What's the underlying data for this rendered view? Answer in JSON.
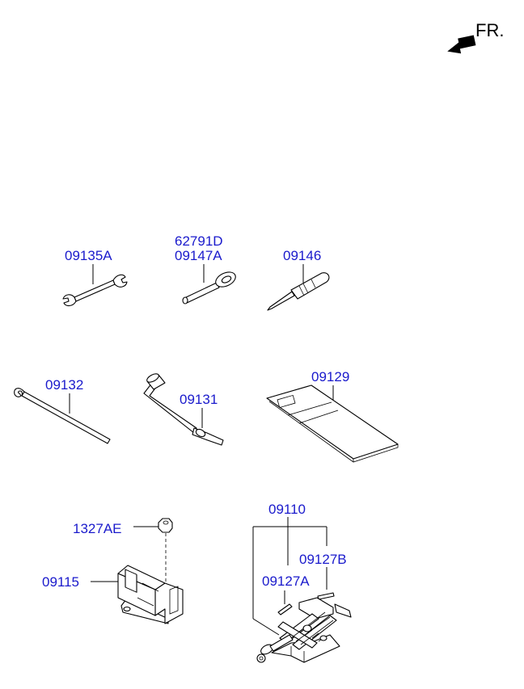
{
  "direction": {
    "label": "FR.",
    "icon": "front-arrow-icon",
    "color": "#000000"
  },
  "label_color": "#1a1acc",
  "parts": {
    "p09135A": "09135A",
    "p62791D": "62791D",
    "p09147A": "09147A",
    "p09146": "09146",
    "p09132": "09132",
    "p09131": "09131",
    "p09129": "09129",
    "p1327AE": "1327AE",
    "p09115": "09115",
    "p09110": "09110",
    "p09127B": "09127B",
    "p09127A": "09127A"
  }
}
